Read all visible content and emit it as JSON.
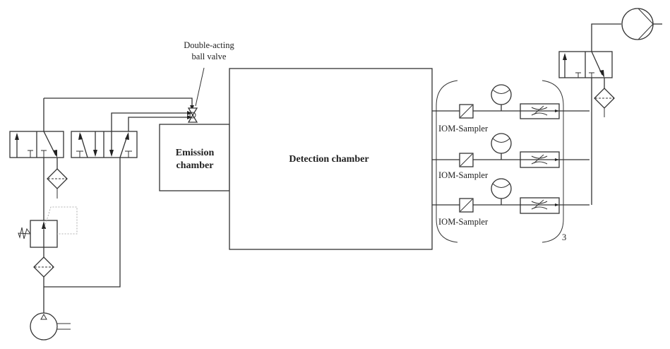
{
  "diagram": {
    "labels": {
      "ball_valve_line1": "Double-acting",
      "ball_valve_line2": "ball valve",
      "emission_line1": "Emission",
      "emission_line2": "chamber",
      "detection": "Detection chamber",
      "sampler_1": "IOM-Sampler",
      "sampler_2": "IOM-Sampler",
      "sampler_3": "IOM-Sampler",
      "multiplicity": "3"
    },
    "components": [
      "compressor",
      "filter-inlet",
      "pressure-regulator",
      "3-2-valve-left",
      "filter-left",
      "5-2-valve",
      "double-acting-ball-valve",
      "emission-chamber",
      "detection-chamber",
      "iom-sampler-x3",
      "flow-meter-x3",
      "flow-control-valve-x3",
      "3-2-valve-right",
      "filter-right",
      "vacuum-pump"
    ]
  }
}
